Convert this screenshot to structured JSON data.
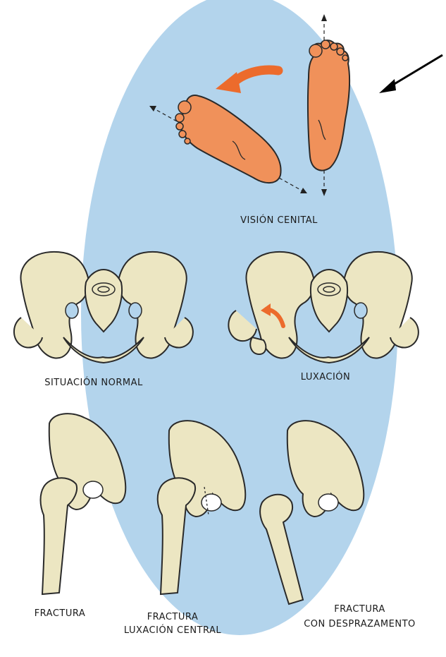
{
  "labels": {
    "vision_cenital": "VISIÓN CENITAL",
    "situacion_normal": "SITUACIÓN NORMAL",
    "luxacion": "LUXACIÓN",
    "fractura": "FRACTURA",
    "fractura_luxacion_line1": "FRACTURA",
    "fractura_luxacion_line2": "LUXACIÓN CENTRAL",
    "fractura_desplaz_line1": "FRACTURA",
    "fractura_desplaz_line2": "CON DESPRAZAMENTO"
  },
  "colors": {
    "background_ellipse": "#b3d4ec",
    "foot": "#f0915a",
    "rotation_arrow": "#ec6b2c",
    "bone": "#ece6c2",
    "outline": "#2a2a2a",
    "pointer_arrow": "#000000"
  },
  "icons": [
    "rotation-arrow-icon",
    "pointer-arrow-icon",
    "foot-icon",
    "pelvis-icon",
    "hip-bone-icon"
  ]
}
